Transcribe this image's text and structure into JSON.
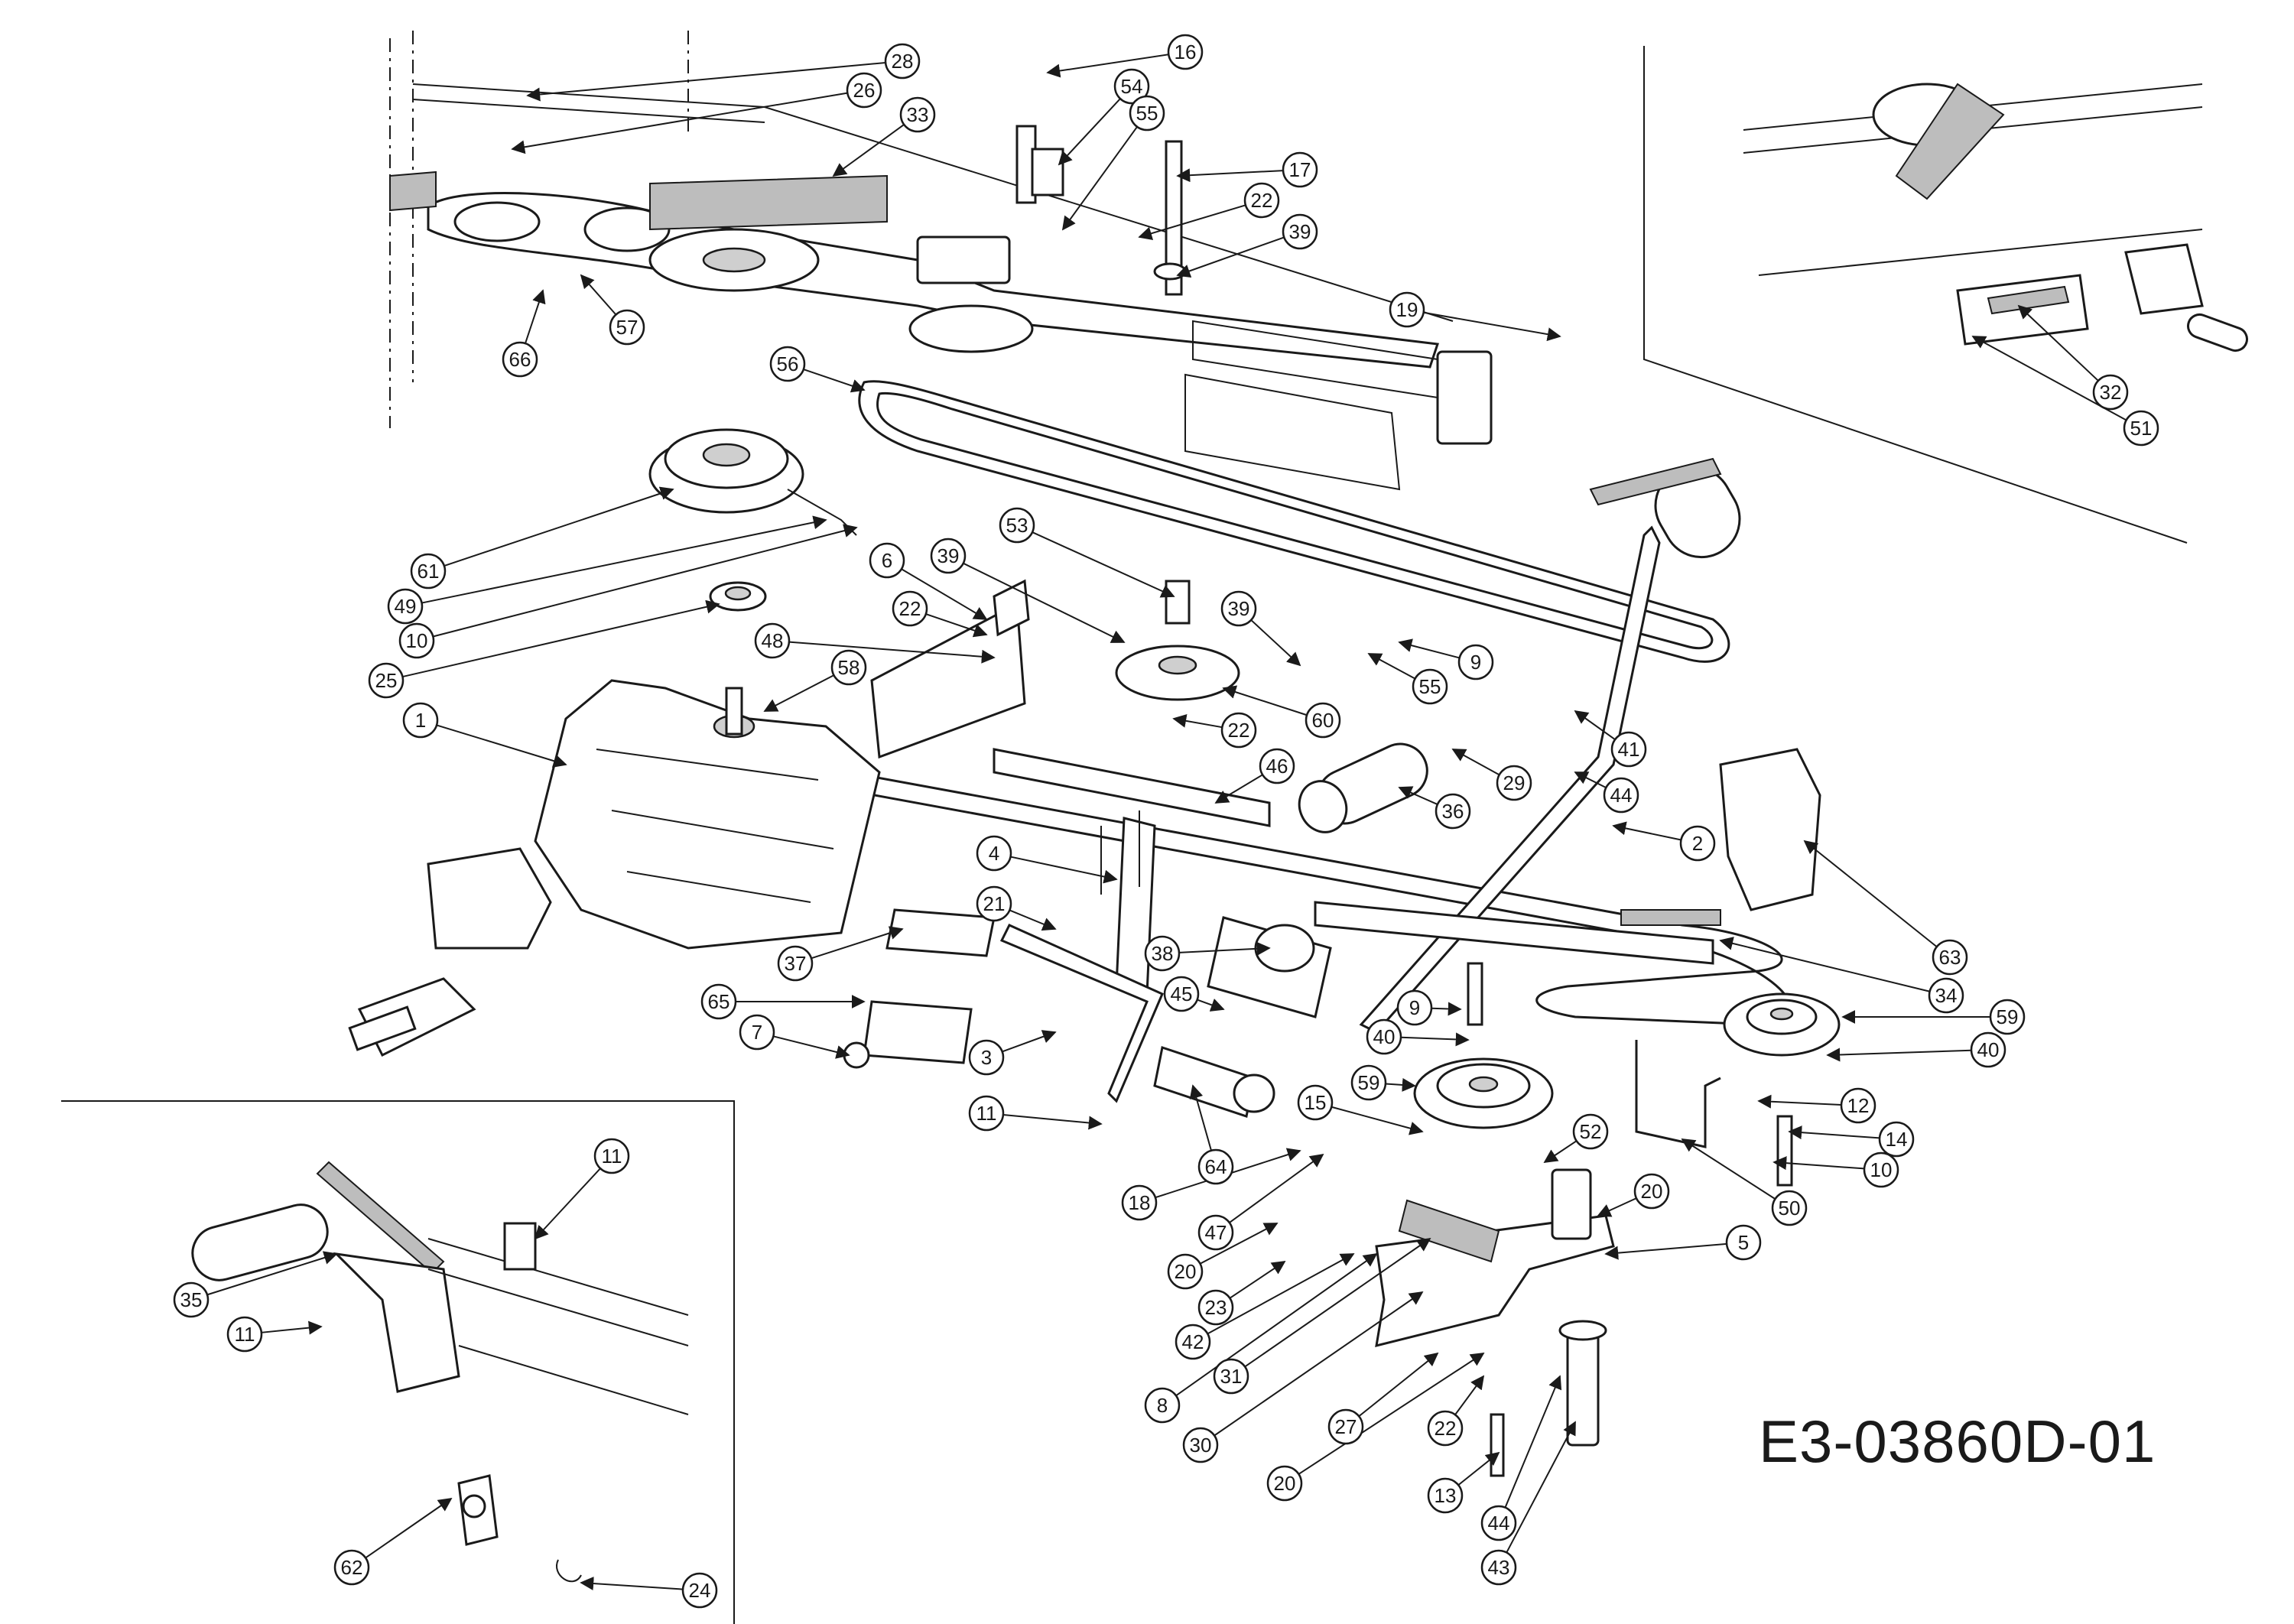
{
  "drawing_code": "E3-03860D-01",
  "callouts": [
    {
      "id": "c28",
      "label": "28"
    },
    {
      "id": "c26",
      "label": "26"
    },
    {
      "id": "c33",
      "label": "33"
    },
    {
      "id": "c16",
      "label": "16"
    },
    {
      "id": "c54",
      "label": "54"
    },
    {
      "id": "c55a",
      "label": "55"
    },
    {
      "id": "c17",
      "label": "17"
    },
    {
      "id": "c22a",
      "label": "22"
    },
    {
      "id": "c39a",
      "label": "39"
    },
    {
      "id": "c19",
      "label": "19"
    },
    {
      "id": "c57",
      "label": "57"
    },
    {
      "id": "c66",
      "label": "66"
    },
    {
      "id": "c56",
      "label": "56"
    },
    {
      "id": "c61",
      "label": "61"
    },
    {
      "id": "c49",
      "label": "49"
    },
    {
      "id": "c10a",
      "label": "10"
    },
    {
      "id": "c25",
      "label": "25"
    },
    {
      "id": "c6",
      "label": "6"
    },
    {
      "id": "c39b",
      "label": "39"
    },
    {
      "id": "c53",
      "label": "53"
    },
    {
      "id": "c22b",
      "label": "22"
    },
    {
      "id": "c48",
      "label": "48"
    },
    {
      "id": "c58",
      "label": "58"
    },
    {
      "id": "c1",
      "label": "1"
    },
    {
      "id": "c39c",
      "label": "39"
    },
    {
      "id": "c9a",
      "label": "9"
    },
    {
      "id": "c55b",
      "label": "55"
    },
    {
      "id": "c60",
      "label": "60"
    },
    {
      "id": "c22c",
      "label": "22"
    },
    {
      "id": "c41",
      "label": "41"
    },
    {
      "id": "c29",
      "label": "29"
    },
    {
      "id": "c44a",
      "label": "44"
    },
    {
      "id": "c46",
      "label": "46"
    },
    {
      "id": "c36",
      "label": "36"
    },
    {
      "id": "c2",
      "label": "2"
    },
    {
      "id": "c63",
      "label": "63"
    },
    {
      "id": "c4",
      "label": "4"
    },
    {
      "id": "c21",
      "label": "21"
    },
    {
      "id": "c37",
      "label": "37"
    },
    {
      "id": "c38",
      "label": "38"
    },
    {
      "id": "c34",
      "label": "34"
    },
    {
      "id": "c59a",
      "label": "59"
    },
    {
      "id": "c65",
      "label": "65"
    },
    {
      "id": "c45",
      "label": "45"
    },
    {
      "id": "c9b",
      "label": "9"
    },
    {
      "id": "c40a",
      "label": "40"
    },
    {
      "id": "c40b",
      "label": "40"
    },
    {
      "id": "c7",
      "label": "7"
    },
    {
      "id": "c3",
      "label": "3"
    },
    {
      "id": "c59b",
      "label": "59"
    },
    {
      "id": "c12",
      "label": "12"
    },
    {
      "id": "c11a",
      "label": "11"
    },
    {
      "id": "c15",
      "label": "15"
    },
    {
      "id": "c52",
      "label": "52"
    },
    {
      "id": "c14",
      "label": "14"
    },
    {
      "id": "c10b",
      "label": "10"
    },
    {
      "id": "c64",
      "label": "64"
    },
    {
      "id": "c18",
      "label": "18"
    },
    {
      "id": "c20a",
      "label": "20"
    },
    {
      "id": "c50",
      "label": "50"
    },
    {
      "id": "c47",
      "label": "47"
    },
    {
      "id": "c5",
      "label": "5"
    },
    {
      "id": "c20b",
      "label": "20"
    },
    {
      "id": "c23",
      "label": "23"
    },
    {
      "id": "c42",
      "label": "42"
    },
    {
      "id": "c31",
      "label": "31"
    },
    {
      "id": "c8",
      "label": "8"
    },
    {
      "id": "c30",
      "label": "30"
    },
    {
      "id": "c27",
      "label": "27"
    },
    {
      "id": "c22d",
      "label": "22"
    },
    {
      "id": "c20c",
      "label": "20"
    },
    {
      "id": "c13",
      "label": "13"
    },
    {
      "id": "c44b",
      "label": "44"
    },
    {
      "id": "c43",
      "label": "43"
    },
    {
      "id": "c11b",
      "label": "11"
    },
    {
      "id": "c35",
      "label": "35"
    },
    {
      "id": "c11c",
      "label": "11"
    },
    {
      "id": "c62",
      "label": "62"
    },
    {
      "id": "c24",
      "label": "24"
    },
    {
      "id": "c32",
      "label": "32"
    },
    {
      "id": "c51",
      "label": "51"
    }
  ]
}
